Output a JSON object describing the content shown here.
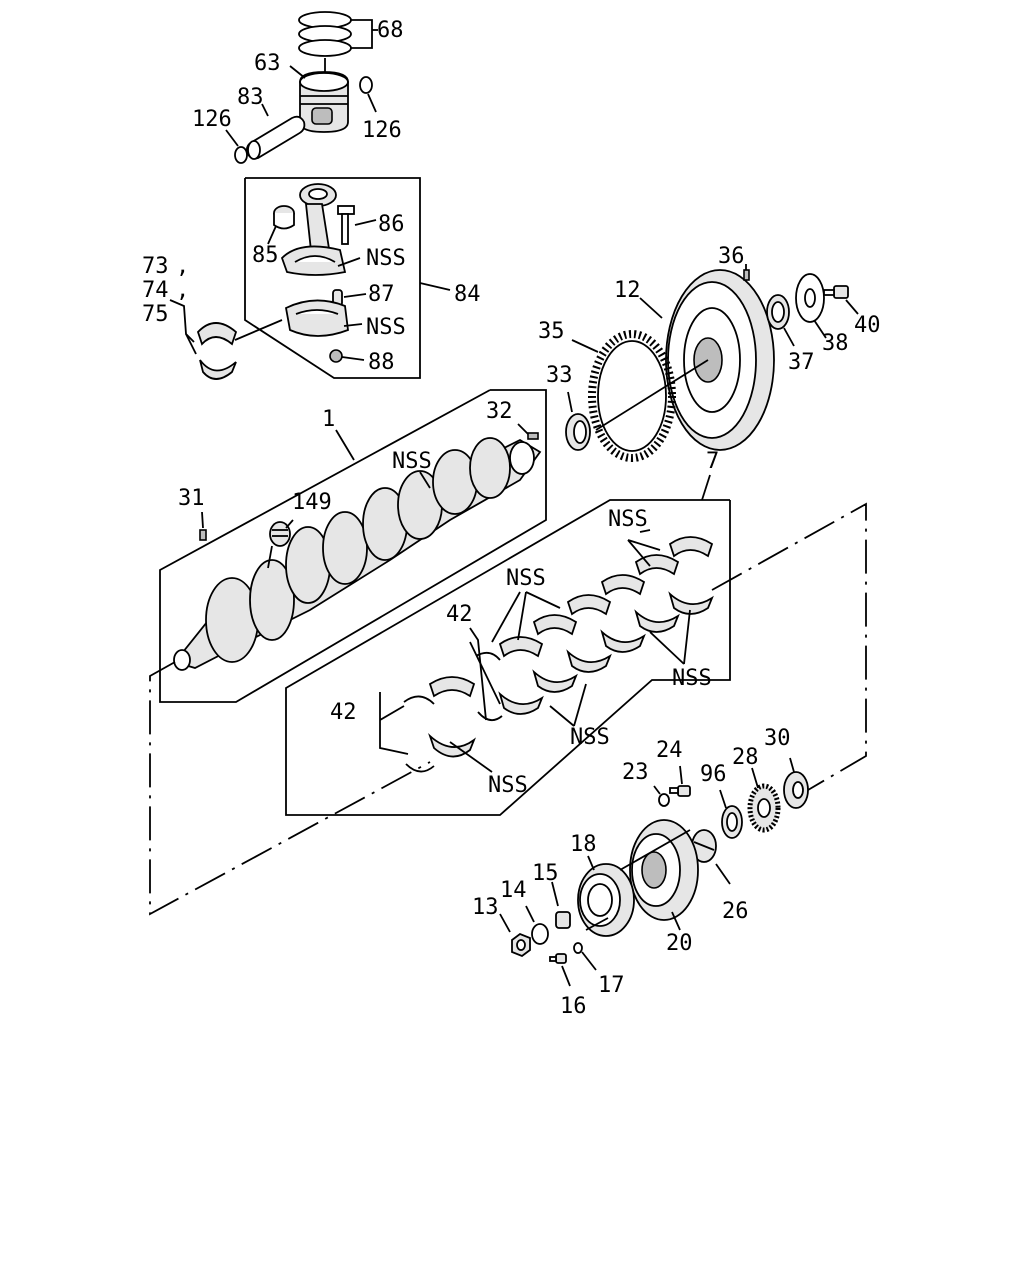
{
  "labels": {
    "l68": "68",
    "l63": "63",
    "l83": "83",
    "l126a": "126",
    "l126b": "126",
    "l86": "86",
    "l85": "85",
    "lnss1": "NSS",
    "l87": "87",
    "l84": "84",
    "lnss2": "NSS",
    "l88": "88",
    "l73": "73",
    "l74": "74",
    "l75": "75",
    "l36": "36",
    "l12": "12",
    "l35": "35",
    "l33": "33",
    "l37": "37",
    "l38": "38",
    "l40": "40",
    "l1": "1",
    "l32": "32",
    "lnss3": "NSS",
    "l31": "31",
    "l149": "149",
    "l7": "7",
    "lnss4": "NSS",
    "lnss5": "NSS",
    "l42a": "42",
    "l42b": "42",
    "lnss6": "NSS",
    "lnss7": "NSS",
    "lnss8": "NSS",
    "l24": "24",
    "l23": "23",
    "l96": "96",
    "l28": "28",
    "l30": "30",
    "l18": "18",
    "l15": "15",
    "l14": "14",
    "l13": "13",
    "l16": "16",
    "l17": "17",
    "l20": "20",
    "l26": "26"
  },
  "commas": {
    "c73": ",",
    "c74": ","
  }
}
